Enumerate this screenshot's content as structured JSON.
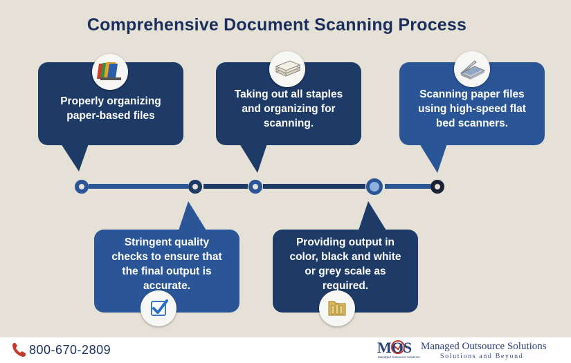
{
  "title": "Comprehensive Document Scanning Process",
  "colors": {
    "background": "#e6e1d6",
    "title": "#1b2f5e",
    "dark_box": "#1e3a66",
    "medium_box": "#2a5597",
    "timeline_dark": "#1e3a66",
    "timeline_medium": "#2a5597"
  },
  "steps": [
    {
      "text": "Properly organizing paper-based files",
      "icon": "folders-icon"
    },
    {
      "text": "Stringent quality checks to ensure that the final output is accurate.",
      "icon": "checkbox-icon"
    },
    {
      "text": "Taking out all staples and organizing for scanning.",
      "icon": "paper-stack-icon"
    },
    {
      "text": "Providing output in color, black and white or grey scale as required.",
      "icon": "folder-icon"
    },
    {
      "text": "Scanning paper files using high-speed flat bed scanners.",
      "icon": "scanner-icon"
    }
  ],
  "footer": {
    "phone": "800-670-2809",
    "logo_letters": "MOS",
    "logo_subtext": "Managed Outsource Solutions",
    "company_name": "Managed Outsource Solutions",
    "tagline": "Solutions and Beyond"
  }
}
